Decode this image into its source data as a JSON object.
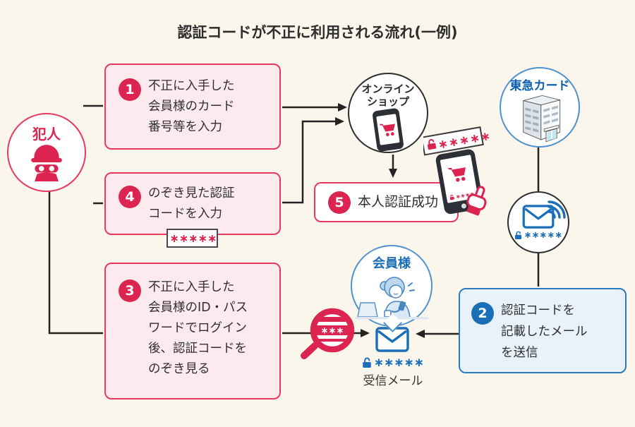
{
  "title": "認証コードが不正に利用される流れ(一例)",
  "colors": {
    "background": "#fbf6ec",
    "red_accent": "#dc2450",
    "red_border": "#e8395f",
    "pink_fill": "#fdeaee",
    "blue_accent": "#1a6fb8",
    "blue_border": "#2b7cc2",
    "blue_fill": "#e9f2fb",
    "line": "#232323"
  },
  "criminal": {
    "label": "犯人",
    "icon": "thief-icon"
  },
  "online_shop": {
    "label_lines": [
      "オンライン",
      "ショップ"
    ],
    "icon": "smartphone-cart-icon"
  },
  "card_company": {
    "label": "東急カード",
    "icon": "office-building-icon"
  },
  "member": {
    "label": "会員様",
    "icon": "woman-with-phone-icon"
  },
  "received_mail_label": "受信メール",
  "masked": {
    "five": "∗∗∗∗∗",
    "four": "∗∗∗∗",
    "three": "∗∗∗"
  },
  "steps": {
    "s1": {
      "num": "1",
      "lines": [
        "不正に入手した",
        "会員様のカード",
        "番号等を入力"
      ]
    },
    "s2": {
      "num": "2",
      "lines": [
        "認証コードを",
        "記載したメール",
        "を送信"
      ]
    },
    "s3": {
      "num": "3",
      "lines": [
        "不正に入手した",
        "会員様のID・パス",
        "ワードでログイン",
        "後、認証コードを",
        "のぞき見る"
      ]
    },
    "s4": {
      "num": "4",
      "lines": [
        "のぞき見た認証",
        "コードを入力"
      ]
    },
    "s5": {
      "num": "5",
      "lines": [
        "本人認証成功"
      ]
    }
  }
}
